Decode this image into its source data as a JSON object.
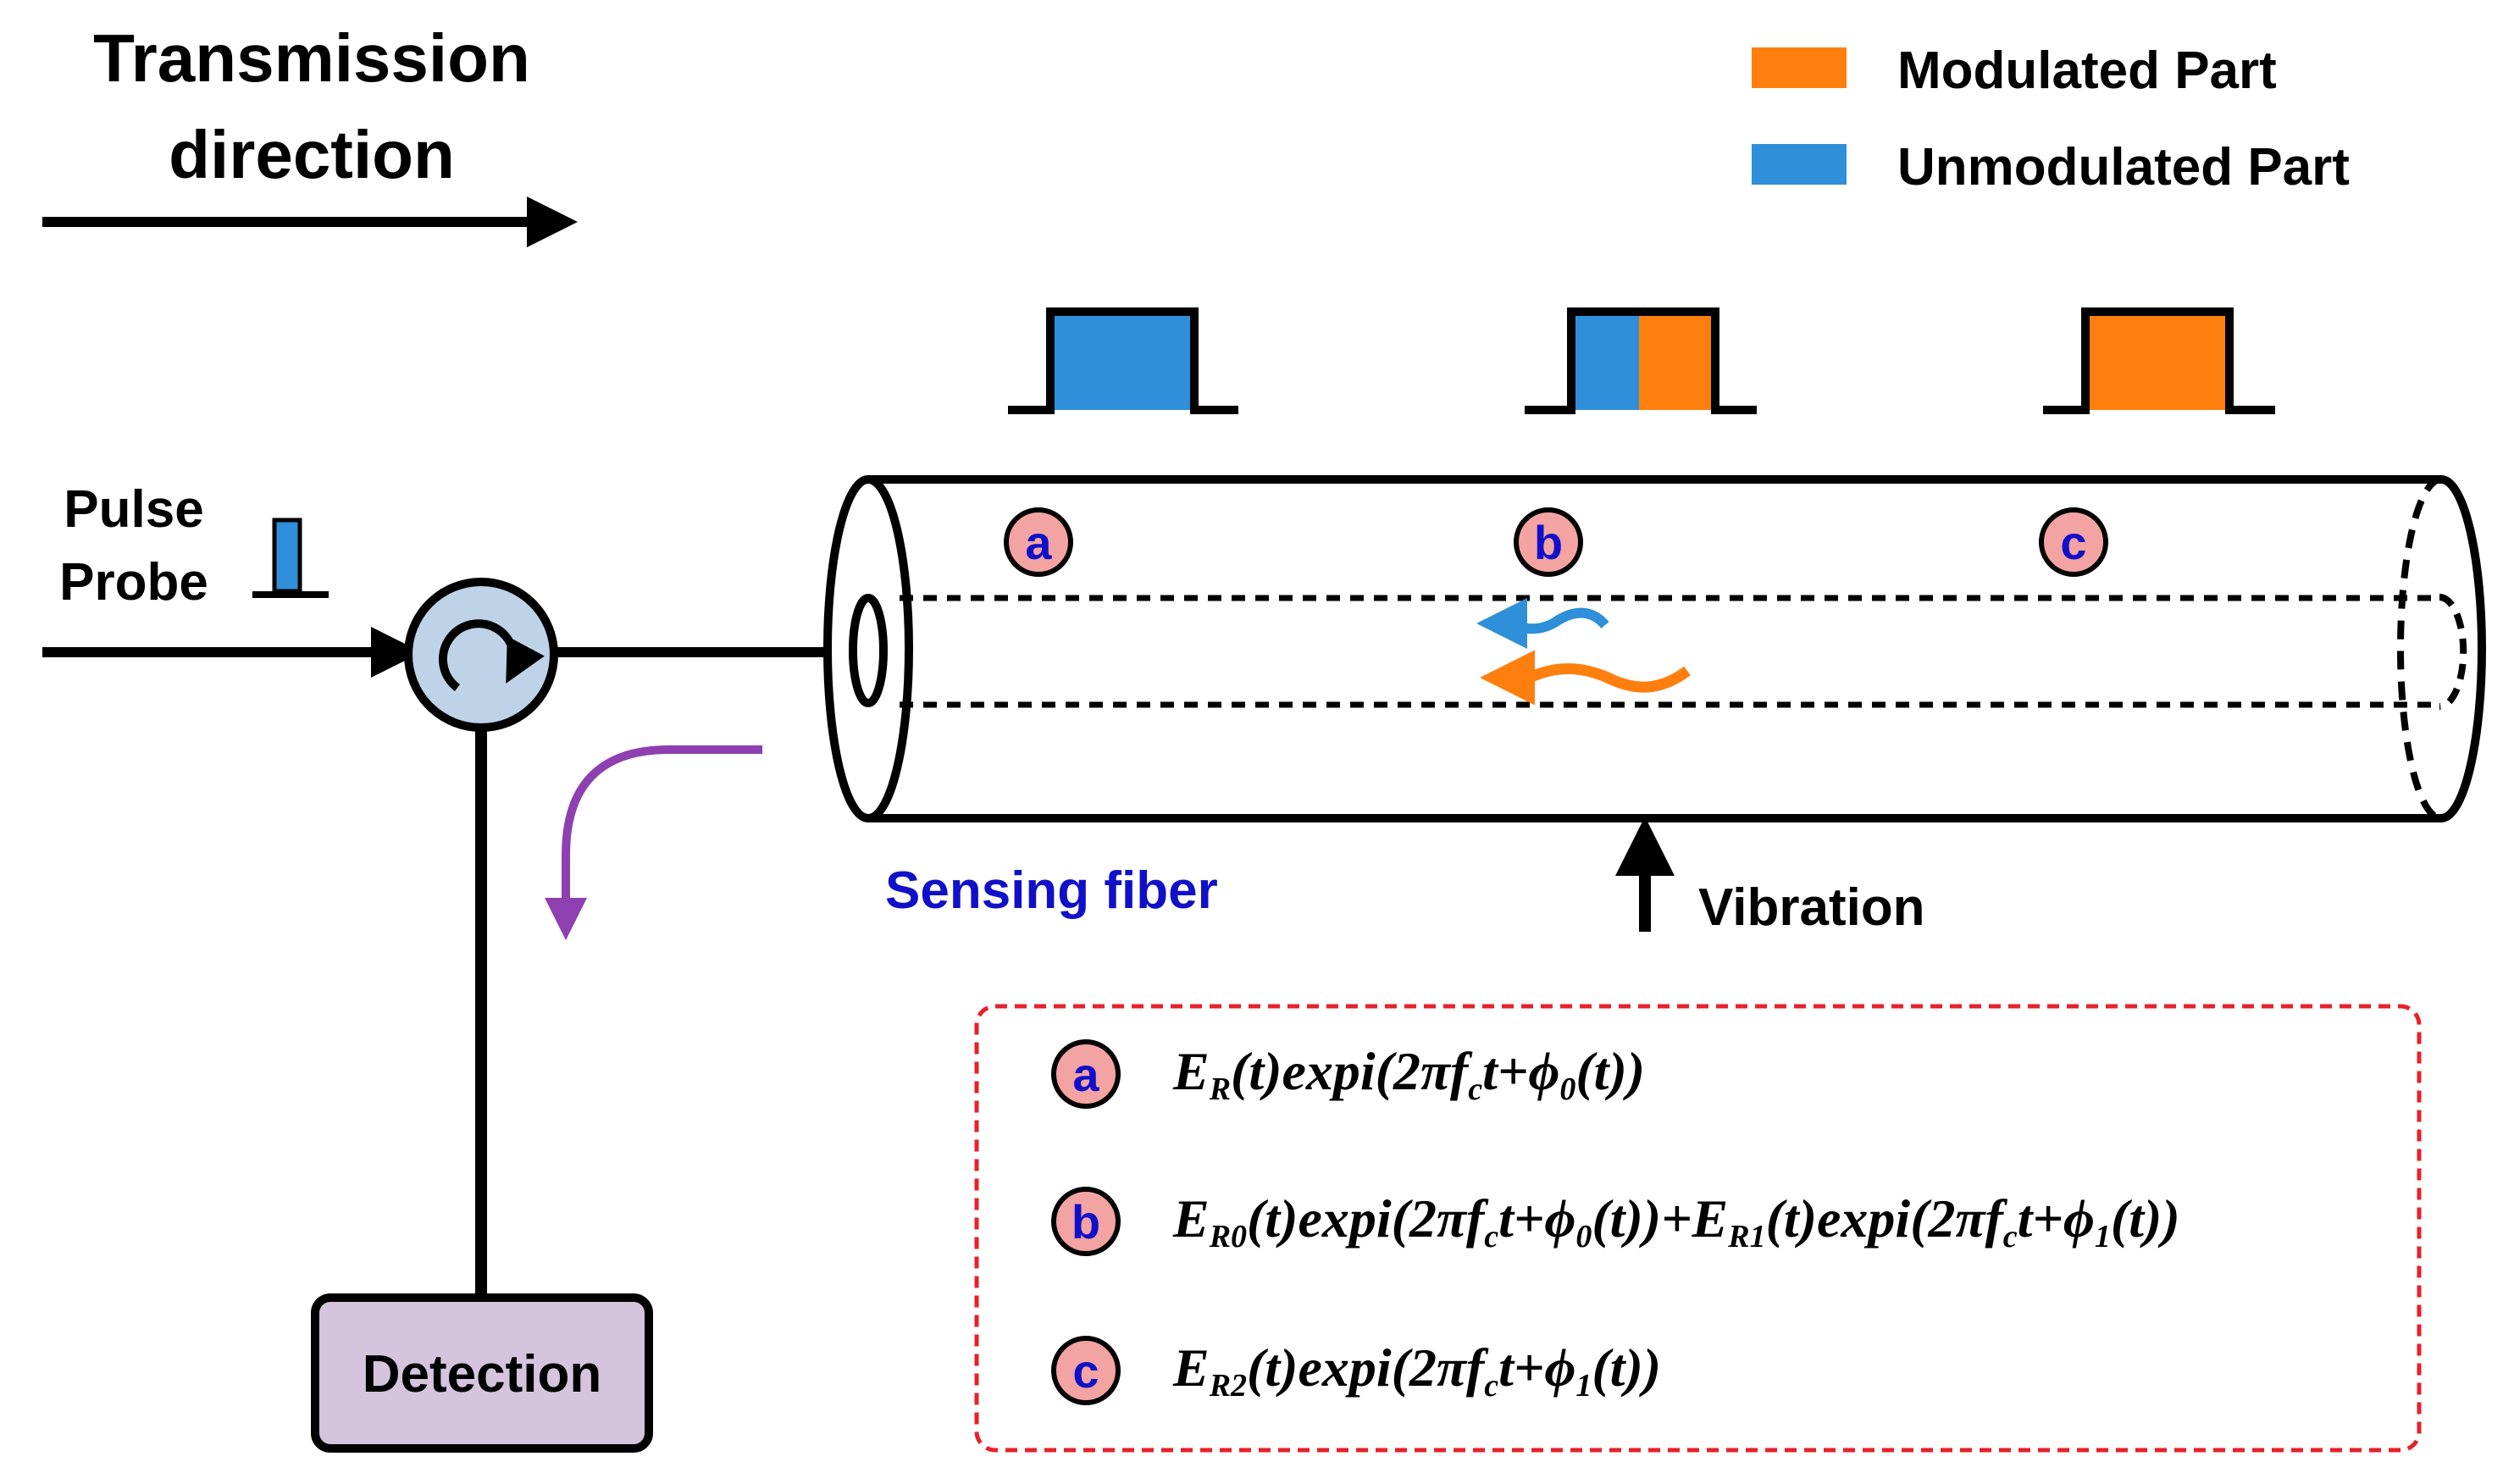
{
  "title": {
    "line1": "Transmission",
    "line2": "direction"
  },
  "legend": {
    "modulated_label": "Modulated Part",
    "modulated_color": "#FF7F0E",
    "unmodulated_label": "Unmodulated Part",
    "unmodulated_color": "#2F8FD8"
  },
  "input": {
    "line1": "Pulse",
    "line2": "Probe"
  },
  "fiber_label": "Sensing fiber",
  "fiber_label_color": "#1010C8",
  "vibration_label": "Vibration",
  "detection_label": "Detection",
  "markers": {
    "a": "a",
    "b": "b",
    "c": "c"
  },
  "equations": {
    "a": {
      "parts": [
        {
          "t": "E"
        },
        {
          "t": "R",
          "sub": true
        },
        {
          "t": "(t)expi(2πf"
        },
        {
          "t": "c",
          "sub": true
        },
        {
          "t": "t+ϕ"
        },
        {
          "t": "0",
          "sub": true
        },
        {
          "t": "(t))"
        }
      ]
    },
    "b": {
      "parts": [
        {
          "t": "E"
        },
        {
          "t": "R0",
          "sub": true
        },
        {
          "t": "(t)expi(2πf"
        },
        {
          "t": "c",
          "sub": true
        },
        {
          "t": "t+ϕ"
        },
        {
          "t": "0",
          "sub": true
        },
        {
          "t": "(t))+E"
        },
        {
          "t": "R1",
          "sub": true
        },
        {
          "t": "(t)expi(2πf"
        },
        {
          "t": "c",
          "sub": true
        },
        {
          "t": "t+ϕ"
        },
        {
          "t": "1",
          "sub": true
        },
        {
          "t": "(t))"
        }
      ]
    },
    "c": {
      "parts": [
        {
          "t": "E"
        },
        {
          "t": "R2",
          "sub": true
        },
        {
          "t": "(t)expi(2πf"
        },
        {
          "t": "c",
          "sub": true
        },
        {
          "t": "t+ϕ"
        },
        {
          "t": "1",
          "sub": true
        },
        {
          "t": "(t))"
        }
      ]
    }
  },
  "colors": {
    "marker_fill": "#F4A3A3",
    "marker_text": "#1010C8",
    "circulator_fill": "#BED3E8",
    "detection_fill": "#D4C4DE",
    "return_arrow": "#8E3FB0",
    "box_border": "#E8202A"
  }
}
